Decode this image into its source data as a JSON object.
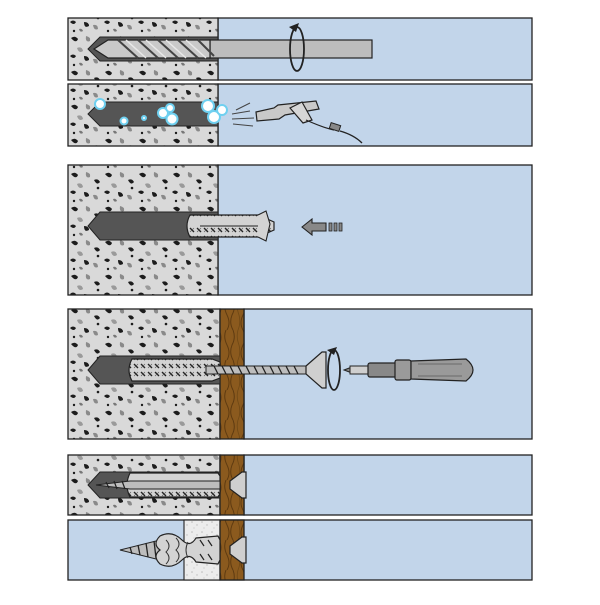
{
  "diagram": {
    "kind": "installation-instructions",
    "steps": [
      {
        "id": "drill-hole",
        "icons": [
          "concrete-wall-icon",
          "drill-bit-icon",
          "rotation-arrow-icon"
        ]
      },
      {
        "id": "clean-hole",
        "icons": [
          "concrete-wall-icon",
          "dust-cloud-icon",
          "air-blow-gun-icon"
        ]
      },
      {
        "id": "insert-plug",
        "icons": [
          "concrete-wall-icon",
          "wall-plug-icon",
          "push-arrow-icon"
        ]
      },
      {
        "id": "drive-screw",
        "icons": [
          "concrete-wall-icon",
          "wood-board-icon",
          "wall-plug-icon",
          "screw-icon",
          "rotation-arrow-icon",
          "screwdriver-icon"
        ]
      },
      {
        "id": "fixed-in-concrete",
        "icons": [
          "concrete-wall-icon",
          "wood-board-icon",
          "expanded-plug-icon"
        ]
      },
      {
        "id": "fixed-in-hollow-material",
        "icons": [
          "hollow-substrate-icon",
          "wood-board-icon",
          "knotted-plug-icon"
        ]
      }
    ],
    "colors": {
      "concrete": "#d7d7d7",
      "aggregate": "#1a1a1a",
      "hole": "#555555",
      "air": "#c2d5ea",
      "wood": "#8b5a1e",
      "metal": "#bdbdbd",
      "outline": "#222222",
      "dust": "#6fd0f0",
      "handle": "#9a9a9a"
    }
  }
}
